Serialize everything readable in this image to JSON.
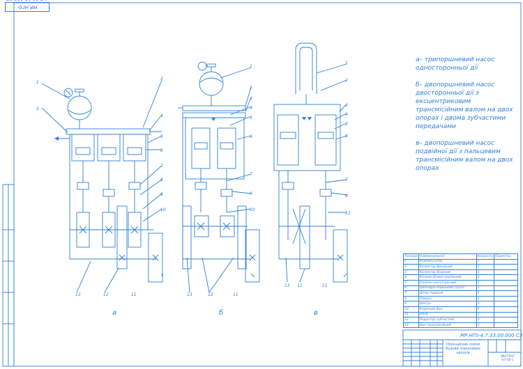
{
  "stamp": "МР.НГ0-4.7.33.00.000 СЗ",
  "legend": [
    "а– трипоршневий насос односторонньої дії",
    "б– двопоршневий насос двосторонньої дії з ексцентриковим трансмісійним валом на двох опорах і двома зубчастими передачами",
    "в– двопоршневий насос подвійної дії з пальцевим трансмісійним валом на двох опорах"
  ],
  "views": [
    "а",
    "б",
    "в"
  ],
  "spec": {
    "headers": [
      "Позиція",
      "Найменування",
      "Кількість",
      "Примітка"
    ],
    "rows": [
      [
        "1",
        "Компенсатор",
        "1",
        ""
      ],
      [
        "2",
        "Колектор Вихідний",
        "1",
        ""
      ],
      [
        "3",
        "Колектор Вхідний",
        "1",
        ""
      ],
      [
        "4",
        "Клапан Всмоктувальний",
        "1",
        ""
      ],
      [
        "5",
        "Клапан нагнітальний",
        "1",
        ""
      ],
      [
        "6",
        "Циліндро-поршнева група",
        "1",
        ""
      ],
      [
        "7",
        "Шток поршня",
        "1",
        ""
      ],
      [
        "8",
        "Повзун",
        "1",
        ""
      ],
      [
        "9",
        "Шатун",
        "1",
        ""
      ],
      [
        "10",
        "Корінний Вал",
        "1",
        ""
      ],
      [
        "11",
        "Шків",
        "1",
        ""
      ],
      [
        "12",
        "Редуктор зубчастий",
        "1",
        ""
      ],
      [
        "13",
        "Вал трансмісійний",
        "1",
        ""
      ]
    ]
  },
  "title_block": {
    "code": "МР.НГ0-4.7.33.00.000 СЗ",
    "title": "Принципові схеми будови поршневих насосів",
    "org": "ІФНТУНГ НЗ-00-1"
  },
  "colors": {
    "line": "#2d7fd6"
  }
}
